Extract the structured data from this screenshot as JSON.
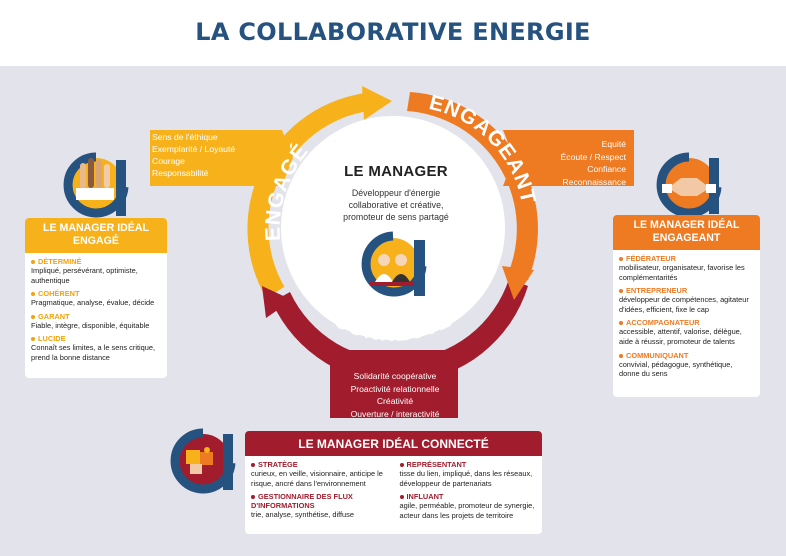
{
  "title": "LA COLLABORATIVE ENERGIE",
  "colors": {
    "yellow": "#f7b21b",
    "orange": "#ee7a22",
    "red": "#a11c2d",
    "navy": "#26527f",
    "bg": "#e3e3ec"
  },
  "ring": {
    "engage": "ENGAGÉ",
    "engageant": "ENGAGEANT",
    "connecte": "CONNECTÉ"
  },
  "center": {
    "title": "LE MANAGER",
    "desc1": "Développeur d'énergie",
    "desc2": "collaborative et créative,",
    "desc3": "promoteur de sens partagé"
  },
  "values_left": [
    "Sens de l'éthique",
    "Exemplarité / Loyauté",
    "Courage",
    "Responsabilité"
  ],
  "values_right": [
    "Equité",
    "Écoute / Respect",
    "Confiance",
    "Reconnaissance"
  ],
  "values_bottom": [
    "Solidarité  coopérative",
    "Proactivité  relationnelle",
    "Créativité",
    "Ouverture / interactivité"
  ],
  "card_left": {
    "head1": "LE MANAGER IDÉAL",
    "head2": "ENGAGÉ",
    "traits": [
      {
        "title": "DÉTERMINÉ",
        "desc": "Impliqué, persévérant, optimiste, authentique"
      },
      {
        "title": "COHÉRENT",
        "desc": "Pragmatique, analyse, évalue, décide"
      },
      {
        "title": "GARANT",
        "desc": "Fiable, intègre, disponible, équitable"
      },
      {
        "title": "LUCIDE",
        "desc": "Connaît ses limites, a le sens critique, prend la bonne distance"
      }
    ]
  },
  "card_right": {
    "head1": "LE MANAGER IDÉAL",
    "head2": "ENGAGEANT",
    "traits": [
      {
        "title": "FÉDÉRATEUR",
        "desc": "mobilisateur, organisateur, favorise les complémentarités"
      },
      {
        "title": "ENTREPRENEUR",
        "desc": "développeur de compétences, agitateur d'idées, efficient, fixe le cap"
      },
      {
        "title": "ACCOMPAGNATEUR",
        "desc": "accessible, attentif, valorise, délègue, aide à réussir, promoteur de talents"
      },
      {
        "title": "COMMUNIQUANT",
        "desc": "convivial, pédagogue, synthétique, donne du sens"
      }
    ]
  },
  "card_bottom": {
    "head": "LE MANAGER IDÉAL CONNECTÉ",
    "col1": [
      {
        "title": "STRATÈGE",
        "desc": "curieux, en veille, visionnaire, anticipe le risque, ancré dans l'environnement"
      },
      {
        "title": "GESTIONNAIRE DES FLUX D'INFORMATIONS",
        "desc": "trie, analyse, synthétise, diffuse"
      }
    ],
    "col2": [
      {
        "title": "REPRÉSENTANT",
        "desc": "tisse du lien, impliqué, dans les réseaux, développeur de partenariats"
      },
      {
        "title": "INFLUANT",
        "desc": "agile, perméable, promoteur de synergie, acteur dans les projets de territoire"
      }
    ]
  },
  "icons": [
    "letter-a-logo-icon",
    "raised-hands-icon",
    "handshake-icon",
    "puzzle-icon",
    "managers-duo-icon"
  ]
}
